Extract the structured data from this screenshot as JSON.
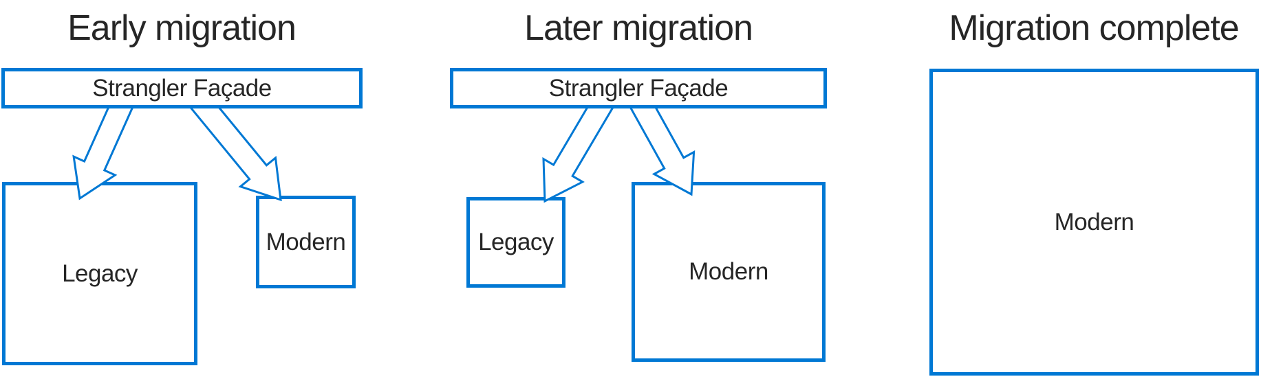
{
  "colors": {
    "accent": "#0078d4",
    "text": "#262626",
    "background": "#ffffff"
  },
  "panels": [
    {
      "id": "early",
      "title": "Early migration",
      "facade_label": "Strangler Façade",
      "legacy_label": "Legacy",
      "modern_label": "Modern"
    },
    {
      "id": "later",
      "title": "Later migration",
      "facade_label": "Strangler Façade",
      "legacy_label": "Legacy",
      "modern_label": "Modern"
    },
    {
      "id": "complete",
      "title": "Migration complete",
      "modern_label": "Modern"
    }
  ]
}
